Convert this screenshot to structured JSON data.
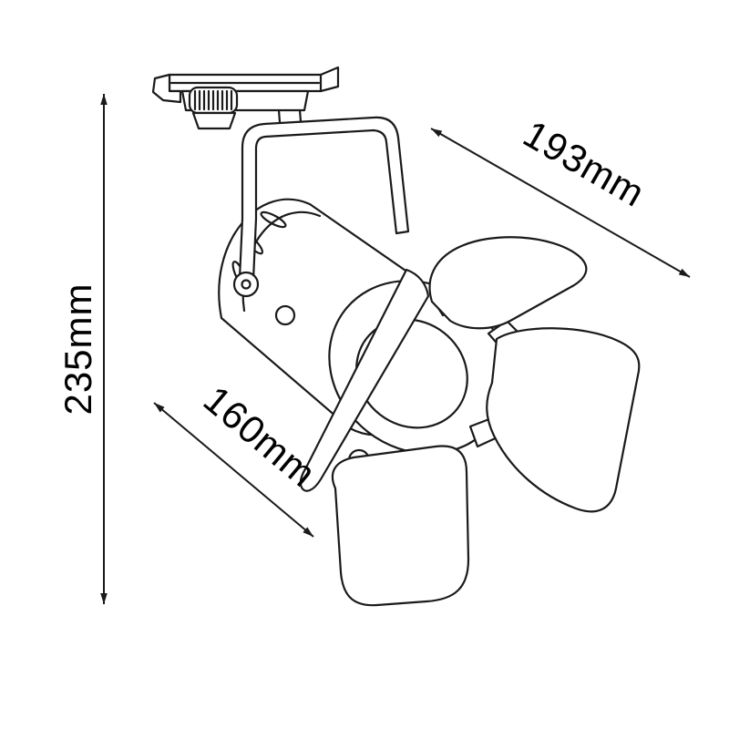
{
  "diagram": {
    "name": "track-spotlight-line-drawing",
    "line_color": "#1a1a1a",
    "background_color": "#ffffff",
    "dimensions": {
      "height": {
        "label": "235mm",
        "orientation": "vertical-left"
      },
      "width": {
        "label": "193mm",
        "orientation": "diagonal-top-right"
      },
      "depth": {
        "label": "160mm",
        "orientation": "diagonal-bottom-left"
      }
    }
  }
}
